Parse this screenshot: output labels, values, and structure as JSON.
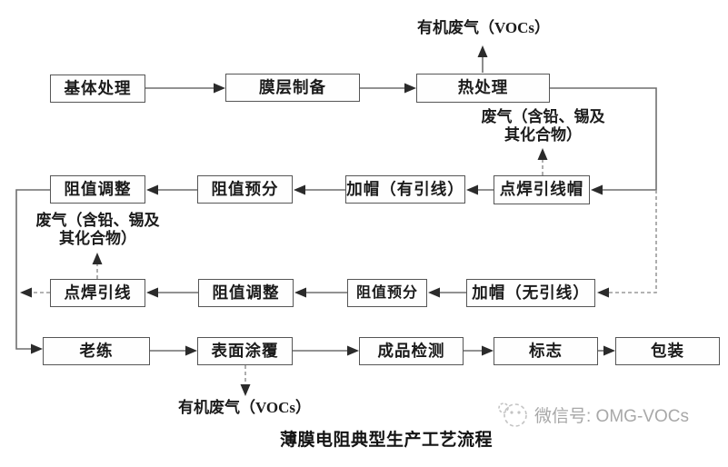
{
  "title": "薄膜电阻典型生产工艺流程",
  "watermark": {
    "label": "微信号: OMG-VOCs",
    "logo": "omg-face-logo"
  },
  "colors": {
    "background": "#ffffff",
    "line": "#6f6f6f",
    "dashed_line": "#9a9a9a",
    "arrowhead": "#2b2b2b",
    "box_border": "#565656",
    "text": "#1b1b1b",
    "watermark": "#a8a8a8"
  },
  "nodes": [
    {
      "id": "substrate-treatment",
      "label": "基体处理"
    },
    {
      "id": "film-preparation",
      "label": "膜层制备"
    },
    {
      "id": "heat-treatment",
      "label": "热处理"
    },
    {
      "id": "resistance-adjust-1",
      "label": "阻值调整"
    },
    {
      "id": "resistance-presort-1",
      "label": "阻值预分"
    },
    {
      "id": "capping-with-leads",
      "label": "加帽（有引线）"
    },
    {
      "id": "spot-weld-lead-cap",
      "label": "点焊引线帽"
    },
    {
      "id": "spot-weld-leads",
      "label": "点焊引线"
    },
    {
      "id": "resistance-adjust-2",
      "label": "阻值调整"
    },
    {
      "id": "resistance-presort-2",
      "label": "阻值预分"
    },
    {
      "id": "capping-without-leads",
      "label": "加帽（无引线）"
    },
    {
      "id": "aging",
      "label": "老练"
    },
    {
      "id": "surface-coating",
      "label": "表面涂覆"
    },
    {
      "id": "final-inspection",
      "label": "成品检测"
    },
    {
      "id": "marking",
      "label": "标志"
    },
    {
      "id": "packaging",
      "label": "包装"
    }
  ],
  "annotations": [
    {
      "id": "voc-top",
      "text": "有机废气（VOCs）"
    },
    {
      "id": "exhaust-right",
      "text": "废气（含铅、锡及\n其化合物）"
    },
    {
      "id": "exhaust-left",
      "text": "废气（含铅、锡及\n其化合物）"
    },
    {
      "id": "voc-bottom",
      "text": "有机废气（VOCs）"
    }
  ]
}
